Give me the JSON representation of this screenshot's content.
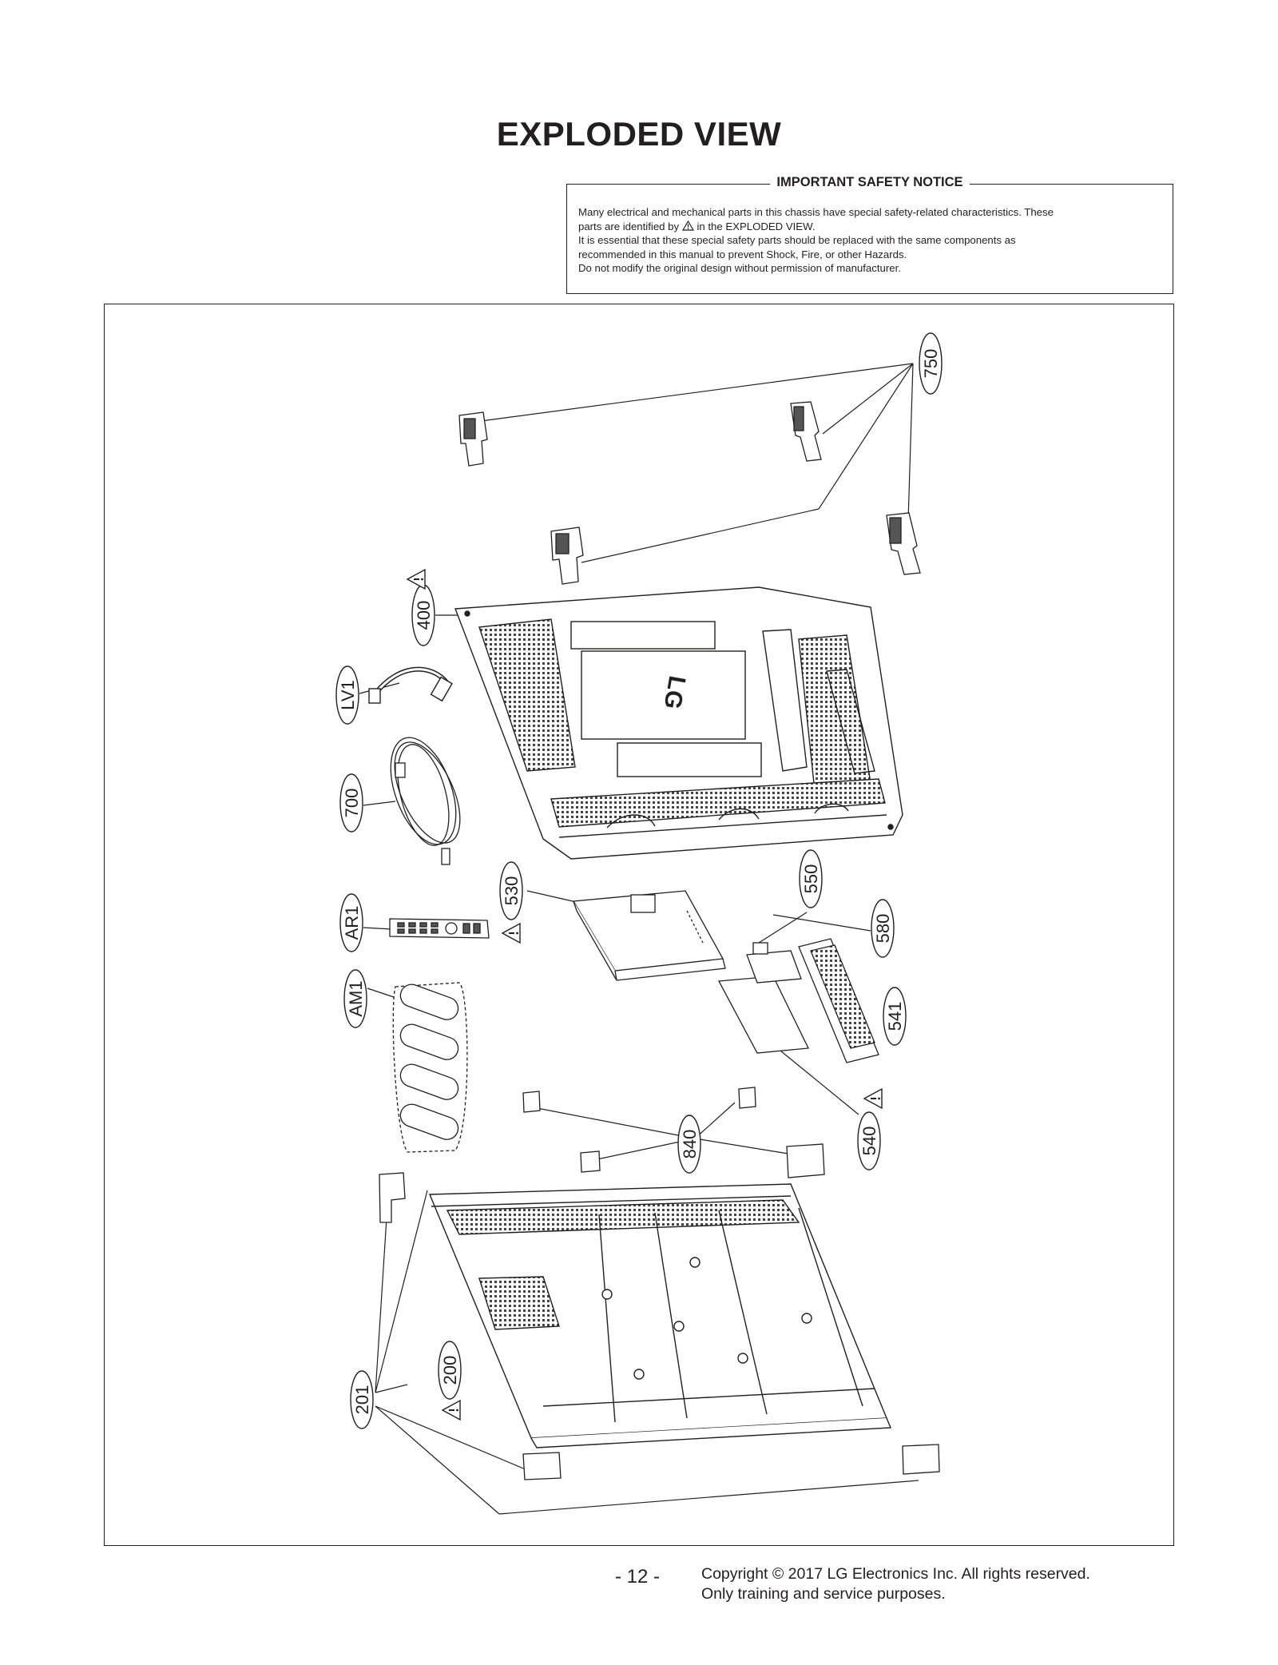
{
  "page": {
    "title": "EXPLODED VIEW",
    "page_number": "- 12 -",
    "copyright_line1": "Copyright © 2017 LG Electronics Inc. All rights reserved.",
    "copyright_line2": "Only training and service purposes."
  },
  "notice": {
    "title": "IMPORTANT SAFETY NOTICE",
    "line1": "Many electrical and mechanical parts in this chassis have special safety-related characteristics. These",
    "line2_before": "parts are identified by",
    "line2_after": "in the EXPLODED VIEW.",
    "line3": "It is essential that these special safety parts should be replaced with the same components as",
    "line4": "recommended in this manual to prevent Shock, Fire, or other Hazards.",
    "line5": "Do not modify the original design without permission of manufacturer."
  },
  "diagram": {
    "logo_text": "LG",
    "callouts": {
      "c750": "750",
      "c400": "400",
      "lv1": "LV1",
      "c700": "700",
      "c530": "530",
      "c550": "550",
      "c580": "580",
      "ar1": "AR1",
      "am1": "AM1",
      "c541": "541",
      "c540": "540",
      "c840": "840",
      "c200": "200",
      "c201": "201"
    }
  }
}
